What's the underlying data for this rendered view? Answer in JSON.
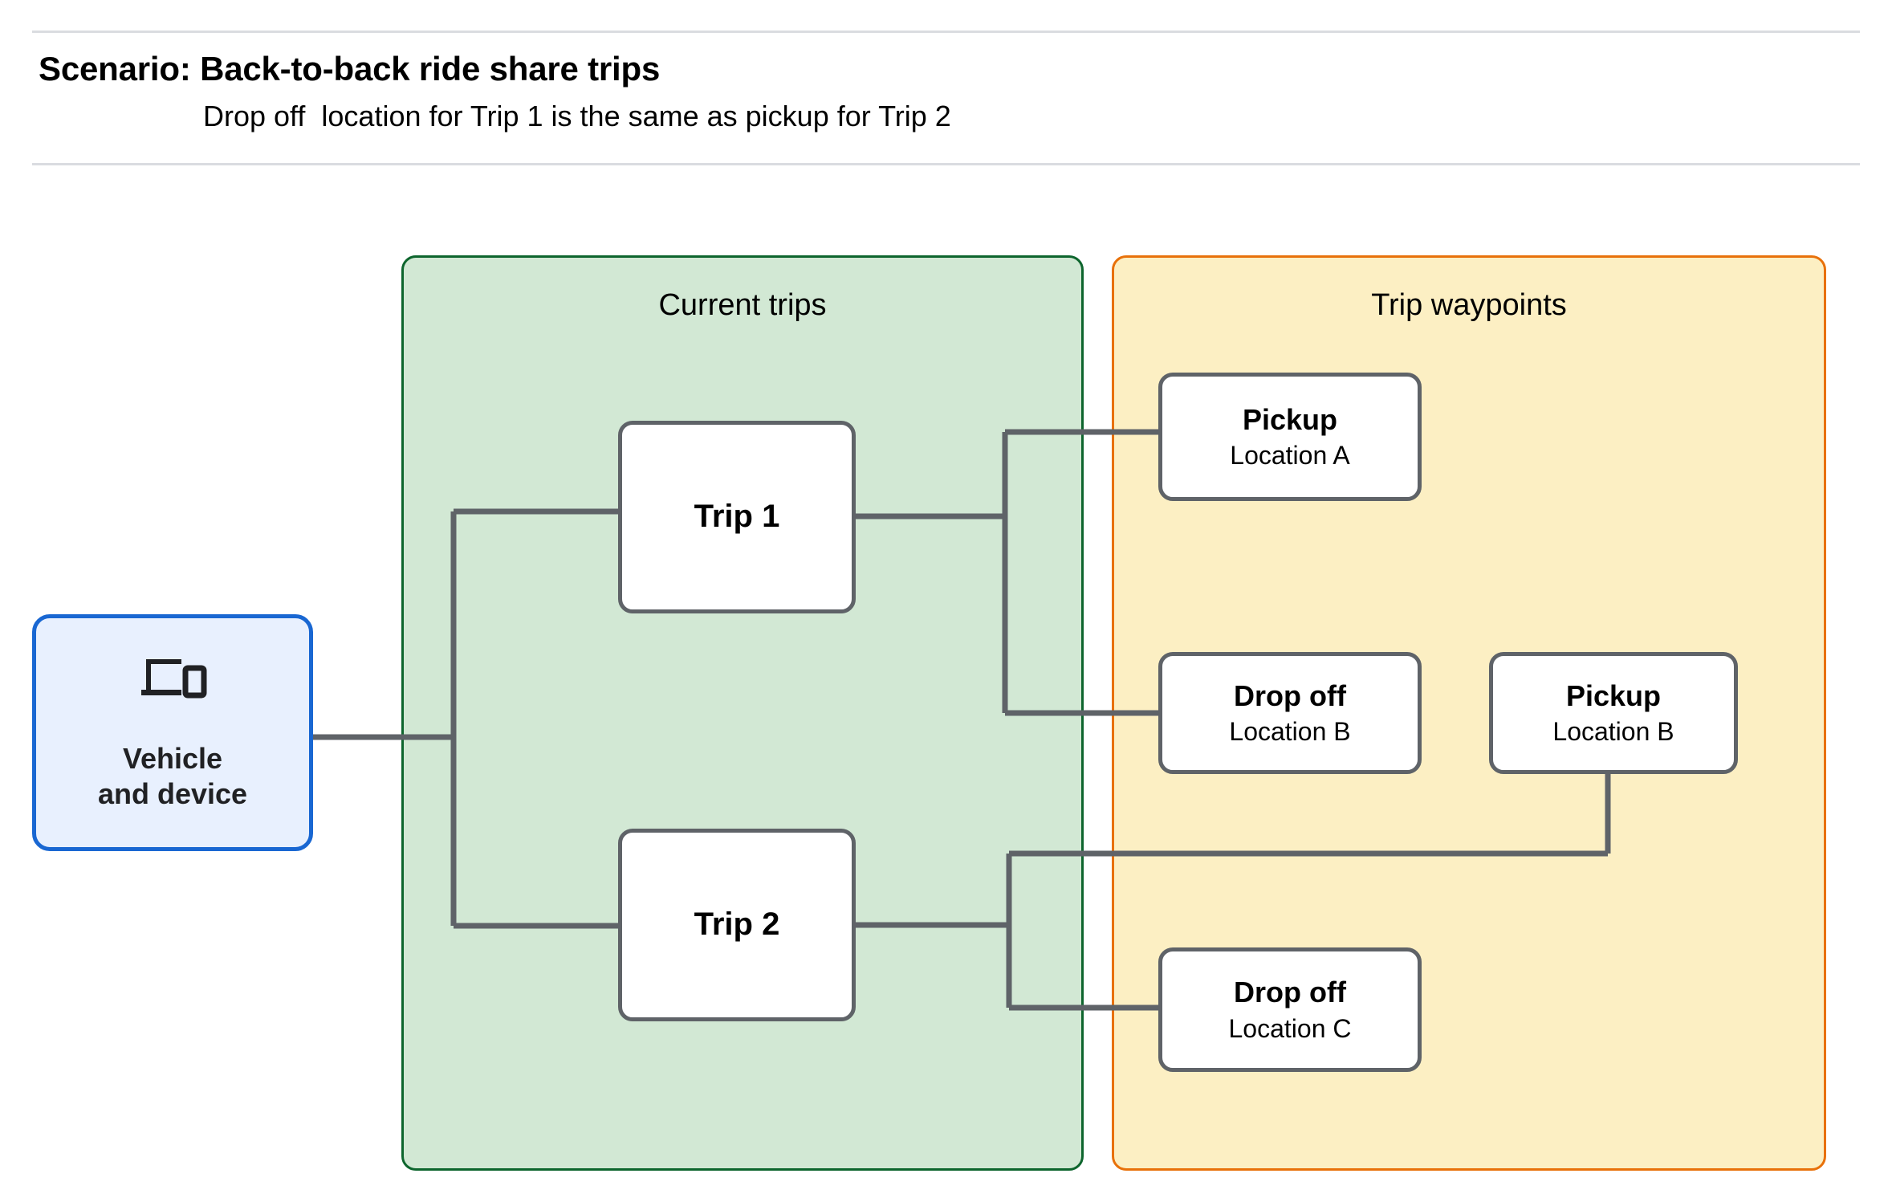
{
  "header": {
    "title": "Scenario: Back-to-back ride share trips",
    "subtitle": "Drop off  location for Trip 1 is the same as pickup for Trip 2"
  },
  "groups": {
    "current_trips": {
      "title": "Current trips",
      "fill": "#d2e8d4",
      "border": "#0d652d"
    },
    "trip_waypoints": {
      "title": "Trip waypoints",
      "fill": "#fcefc3",
      "border": "#e8710a"
    }
  },
  "vehicle": {
    "label": "Vehicle\nand device",
    "icon": "devices-icon",
    "fill": "#e8f0fe",
    "border": "#1967d2"
  },
  "trips": [
    {
      "label": "Trip 1"
    },
    {
      "label": "Trip 2"
    }
  ],
  "waypoints": [
    {
      "type": "Pickup",
      "location": "Location A"
    },
    {
      "type": "Drop off",
      "location": "Location B"
    },
    {
      "type": "Pickup",
      "location": "Location B"
    },
    {
      "type": "Drop off",
      "location": "Location C"
    }
  ],
  "colors": {
    "connector": "#5f6368",
    "node_border": "#5f6368",
    "node_fill": "#ffffff",
    "rule": "#dadce0",
    "page_background": "#ffffff"
  }
}
